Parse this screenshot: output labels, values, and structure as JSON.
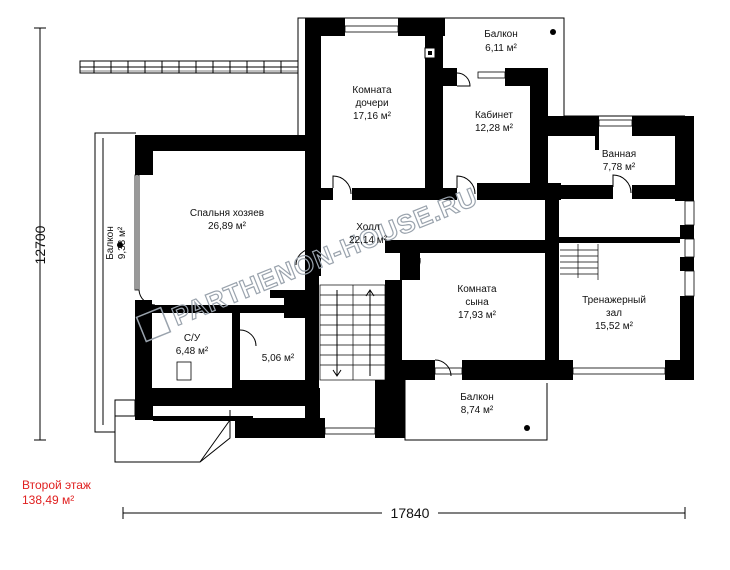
{
  "dimensions": {
    "height": "12700",
    "width": "17840"
  },
  "rooms": [
    {
      "id": "balcony-top",
      "name": "Балкон",
      "area": "6,11 м²"
    },
    {
      "id": "daughter",
      "name": [
        "Комната",
        "дочери"
      ],
      "area": "17,16 м²"
    },
    {
      "id": "study",
      "name": "Кабинет",
      "area": "12,28 м²"
    },
    {
      "id": "bath",
      "name": "Ванная",
      "area": "7,78 м²"
    },
    {
      "id": "master",
      "name": "Спальня хозяев",
      "area": "26,89 м²"
    },
    {
      "id": "hall",
      "name": "Холл",
      "area": "22,14 м²"
    },
    {
      "id": "balcony-left",
      "name": "Балкон",
      "area": "9,33 м²"
    },
    {
      "id": "son",
      "name": [
        "Комната",
        "сына"
      ],
      "area": "17,93 м²"
    },
    {
      "id": "gym",
      "name": [
        "Тренажерный",
        "зал"
      ],
      "area": "15,52 м²"
    },
    {
      "id": "wc",
      "name": "С/У",
      "area": "6,48 м²"
    },
    {
      "id": "closet",
      "name": "",
      "area": "5,06 м²"
    },
    {
      "id": "balcony-bottom",
      "name": "Балкон",
      "area": "8,74 м²"
    }
  ],
  "caption": {
    "floor": "Второй этаж",
    "area": "138,49 м²"
  },
  "watermark": "PARTHENON-HOUSE.RU",
  "colors": {
    "wall": "#000000",
    "caption": "#e02020",
    "window": "#ffffff",
    "watermark": "#9aa3ad"
  }
}
